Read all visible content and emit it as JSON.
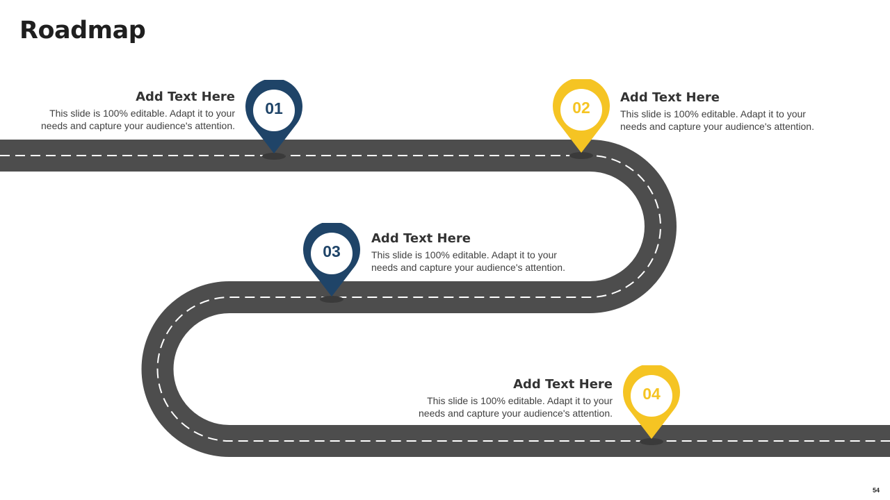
{
  "slide": {
    "title": "Roadmap",
    "page_number": "54"
  },
  "colors": {
    "road": "#4d4d4d",
    "road_dash": "#ffffff",
    "navy": "#1f4468",
    "yellow": "#f5c423",
    "heading_text": "#333333",
    "body_text": "#404040"
  },
  "milestones": [
    {
      "number": "01",
      "heading": "Add Text Here",
      "body_line1": "This slide is 100% editable. Adapt it to your",
      "body_line2": "needs and capture your audience's attention.",
      "color": "navy"
    },
    {
      "number": "02",
      "heading": "Add Text Here",
      "body_line1": "This slide is 100% editable. Adapt it to your",
      "body_line2": "needs and capture your audience's attention.",
      "color": "yellow"
    },
    {
      "number": "03",
      "heading": "Add Text Here",
      "body_line1": "This slide is 100% editable. Adapt it to your",
      "body_line2": "needs and capture your audience's attention.",
      "color": "navy"
    },
    {
      "number": "04",
      "heading": "Add Text Here",
      "body_line1": "This slide is 100% editable. Adapt it to your",
      "body_line2": "needs and capture your audience's attention.",
      "color": "yellow"
    }
  ]
}
